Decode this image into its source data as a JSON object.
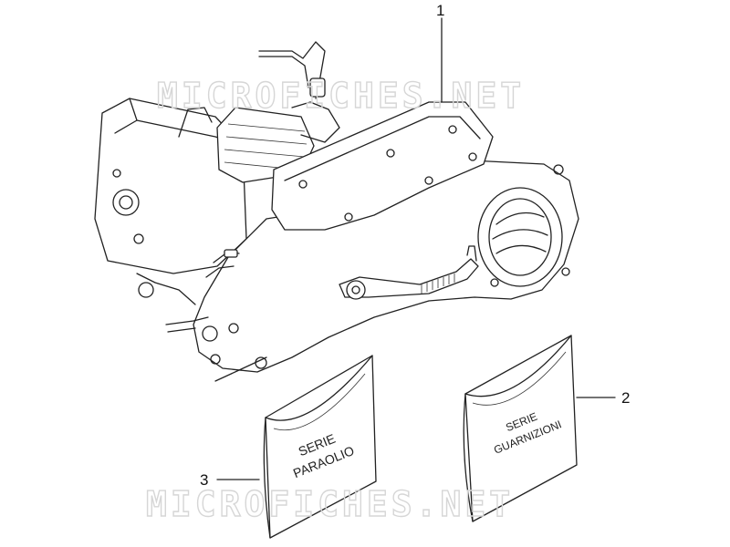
{
  "watermark": {
    "text": "MICROFICHES.NET"
  },
  "callouts": [
    {
      "id": "engine",
      "label": "1"
    },
    {
      "id": "gasket-set",
      "label": "2"
    },
    {
      "id": "oil-seal-set",
      "label": "3"
    }
  ],
  "envelopes": {
    "oil_seal_set": {
      "line1": "SERIE",
      "line2": "PARAOLIO"
    },
    "gasket_set": {
      "line1": "SERIE",
      "line2": "GUARNIZIONI"
    }
  }
}
